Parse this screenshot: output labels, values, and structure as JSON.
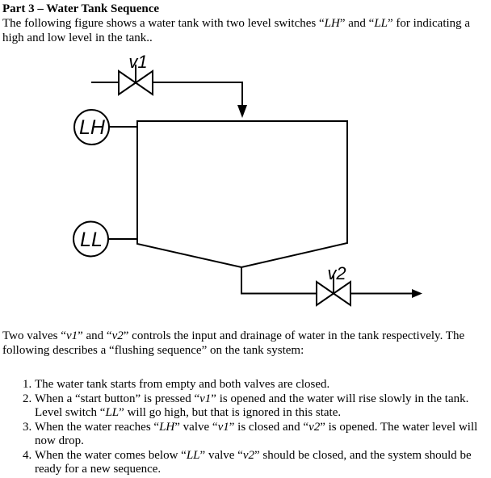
{
  "header": {
    "title": "Part 3 – Water Tank Sequence"
  },
  "intro": {
    "segments": [
      {
        "text": "The following figure shows a water tank with two level switches “",
        "italic": false
      },
      {
        "text": "LH",
        "italic": true
      },
      {
        "text": "” and “",
        "italic": false
      },
      {
        "text": "LL",
        "italic": true
      },
      {
        "text": "” for indicating a high and low level in the tank..",
        "italic": false
      }
    ]
  },
  "diagram": {
    "valve1_label": "v1",
    "valve2_label": "v2",
    "level_switch_high_label": "LH",
    "level_switch_low_label": "LL",
    "line_color": "#000000"
  },
  "description": {
    "segments": [
      {
        "text": "Two valves “",
        "italic": false
      },
      {
        "text": "v1",
        "italic": true
      },
      {
        "text": "” and “",
        "italic": false
      },
      {
        "text": "v2",
        "italic": true
      },
      {
        "text": "” controls the input and drainage of water in the tank respectively. The following describes a “flushing sequence” on the tank system:",
        "italic": false
      }
    ]
  },
  "sequence_list": [
    {
      "number": "1.",
      "segments": [
        {
          "text": "The water tank starts from empty and both valves are closed.",
          "italic": false
        }
      ]
    },
    {
      "number": "2.",
      "segments": [
        {
          "text": "When a “start button” is pressed “",
          "italic": false
        },
        {
          "text": "v1",
          "italic": true
        },
        {
          "text": "” is opened and the water will rise slowly in the tank. Level switch “",
          "italic": false
        },
        {
          "text": "LL",
          "italic": true
        },
        {
          "text": "” will go high, but that is ignored in this state.",
          "italic": false
        }
      ]
    },
    {
      "number": "3.",
      "segments": [
        {
          "text": "When the water reaches “",
          "italic": false
        },
        {
          "text": "LH",
          "italic": true
        },
        {
          "text": "” valve “",
          "italic": false
        },
        {
          "text": "v1",
          "italic": true
        },
        {
          "text": "” is closed and “",
          "italic": false
        },
        {
          "text": "v2",
          "italic": true
        },
        {
          "text": "” is opened. The water level will now drop.",
          "italic": false
        }
      ]
    },
    {
      "number": "4.",
      "segments": [
        {
          "text": "When the water comes below “",
          "italic": false
        },
        {
          "text": "LL",
          "italic": true
        },
        {
          "text": "” valve “",
          "italic": false
        },
        {
          "text": "v2",
          "italic": true
        },
        {
          "text": "” should be closed, and the system should be ready for a new sequence.",
          "italic": false
        }
      ]
    }
  ]
}
